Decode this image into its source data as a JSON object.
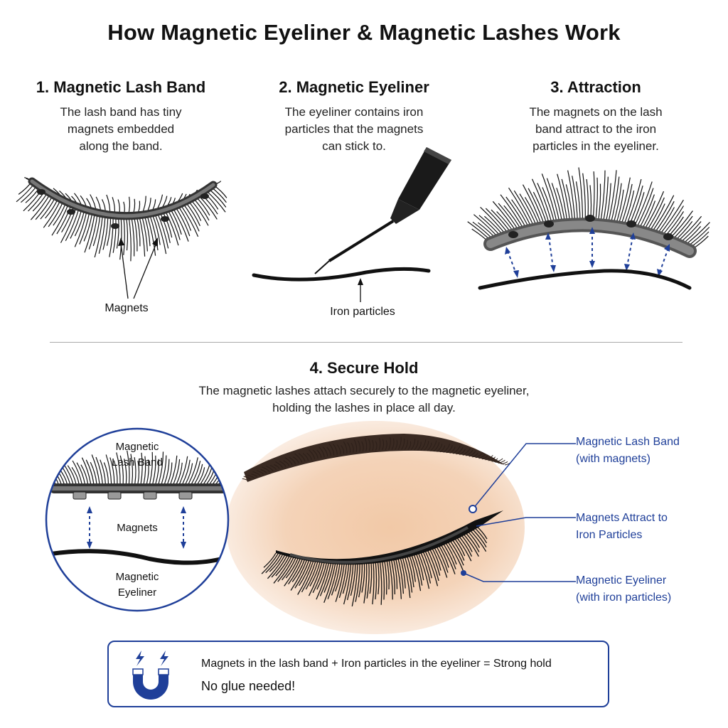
{
  "title": "How Magnetic Eyeliner & Magnetic Lashes Work",
  "steps": [
    {
      "heading": "1. Magnetic Lash Band",
      "desc": "The lash band has tiny\nmagnets embedded\nalong the band."
    },
    {
      "heading": "2. Magnetic Eyeliner",
      "desc": "The eyeliner contains iron\nparticles that the magnets\ncan stick to."
    },
    {
      "heading": "3. Attraction",
      "desc": "The magnets on the lash\nband attract to the iron\nparticles in the eyeliner."
    },
    {
      "heading": "4. Secure Hold",
      "desc": "The magnetic lashes attach securely to the magnetic eyeliner,\nholding the lashes in place all day."
    }
  ],
  "labels": {
    "magnets": "Magnets",
    "iron_particles": "Iron particles"
  },
  "circle": {
    "lash_band": "Magnetic\nLash Band",
    "magnets": "Magnets",
    "eyeliner": "Magnetic\nEyeliner"
  },
  "callouts": {
    "lash_band": "Magnetic Lash Band\n(with magnets)",
    "attract": "Magnets Attract to\nIron Particles",
    "eyeliner": "Magnetic Eyeliner\n(with iron particles)"
  },
  "info": {
    "line1": "Magnets in the lash band + Iron particles in the eyeliner = Strong hold",
    "line2": "No glue needed!"
  },
  "icons": {
    "magnet": "horseshoe-magnet-icon",
    "bolt": "lightning-bolt-icon"
  },
  "colors": {
    "accent_blue": "#1f3f99",
    "lash_black": "#111111",
    "band_gray": "#555555",
    "skin": "#f2c9a7"
  }
}
